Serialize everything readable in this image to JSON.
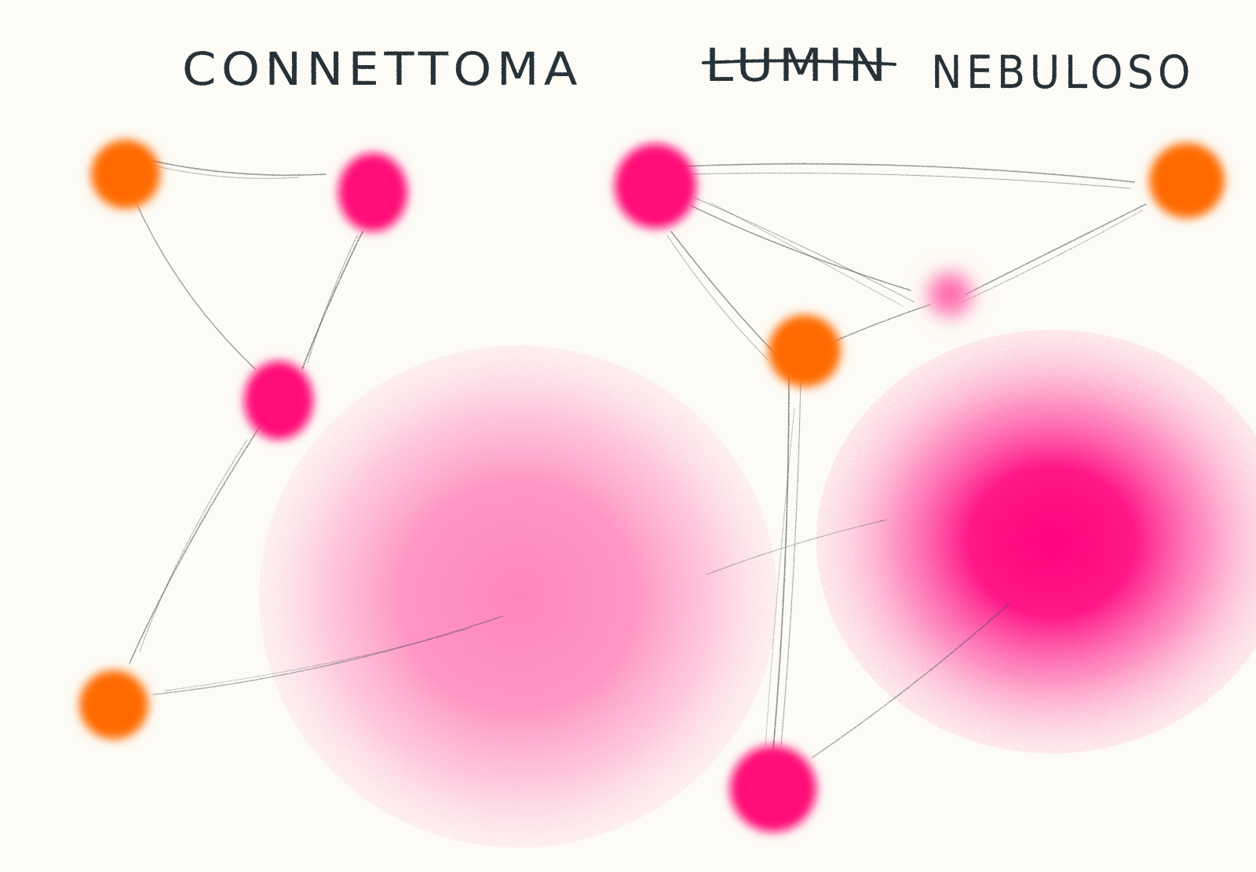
{
  "drawing": {
    "title_left": "CONNETTOMA",
    "title_struck": "LUMIN",
    "title_right": "NEBULOSO",
    "colors": {
      "background": "#fdfbf5",
      "ink": "#263238",
      "node_orange": "#ff6a00",
      "node_magenta": "#ff0a78",
      "cloud_light_pink": "#ff84bc",
      "cloud_hot_pink": "#ff0a82"
    }
  }
}
